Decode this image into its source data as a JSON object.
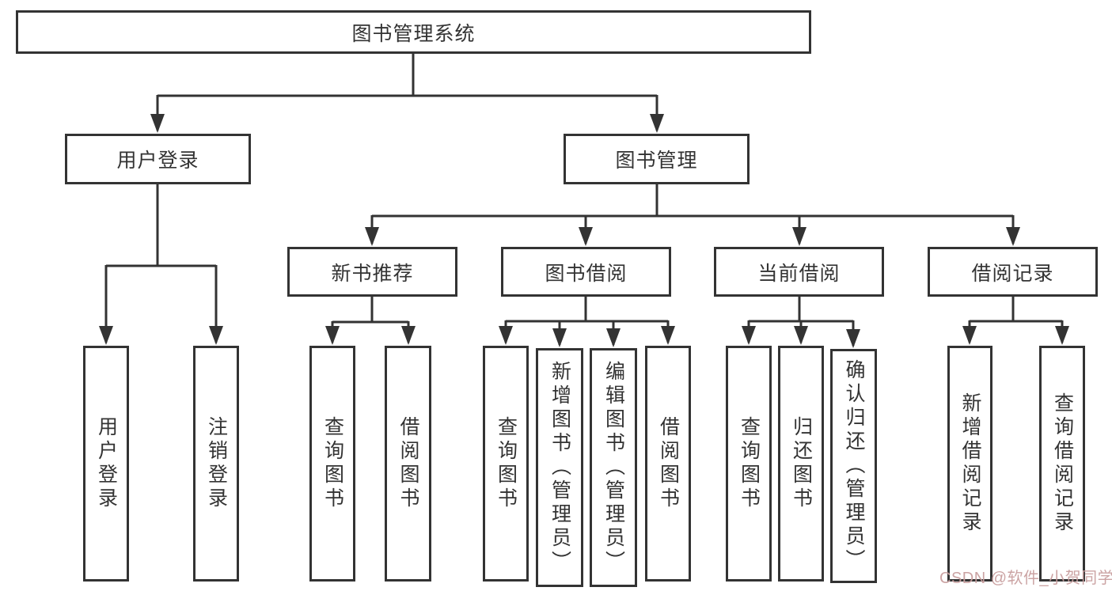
{
  "diagram": {
    "title": "图书管理系统",
    "colors": {
      "line": "#333333",
      "box_border": "#333333",
      "text": "#333333",
      "background": "#ffffff",
      "watermark": "#c99f9f"
    }
  },
  "tree": {
    "root": {
      "label": "图书管理系统"
    },
    "branches": [
      {
        "label": "用户登录",
        "children": [
          {
            "label": "用户登录"
          },
          {
            "label": "注销登录"
          }
        ]
      },
      {
        "label": "图书管理",
        "children": [
          {
            "label": "新书推荐",
            "children": [
              {
                "label": "查询图书"
              },
              {
                "label": "借阅图书"
              }
            ]
          },
          {
            "label": "图书借阅",
            "children": [
              {
                "label": "查询图书"
              },
              {
                "label": "新增图书（管理员）"
              },
              {
                "label": "编辑图书（管理员）"
              },
              {
                "label": "借阅图书"
              }
            ]
          },
          {
            "label": "当前借阅",
            "children": [
              {
                "label": "查询图书"
              },
              {
                "label": "归还图书"
              },
              {
                "label": "确认归还（管理员）"
              }
            ]
          },
          {
            "label": "借阅记录",
            "children": [
              {
                "label": "新增借阅记录"
              },
              {
                "label": "查询借阅记录"
              }
            ]
          }
        ]
      }
    ]
  },
  "watermark": {
    "text": "CSDN @软件_小贺同学"
  }
}
